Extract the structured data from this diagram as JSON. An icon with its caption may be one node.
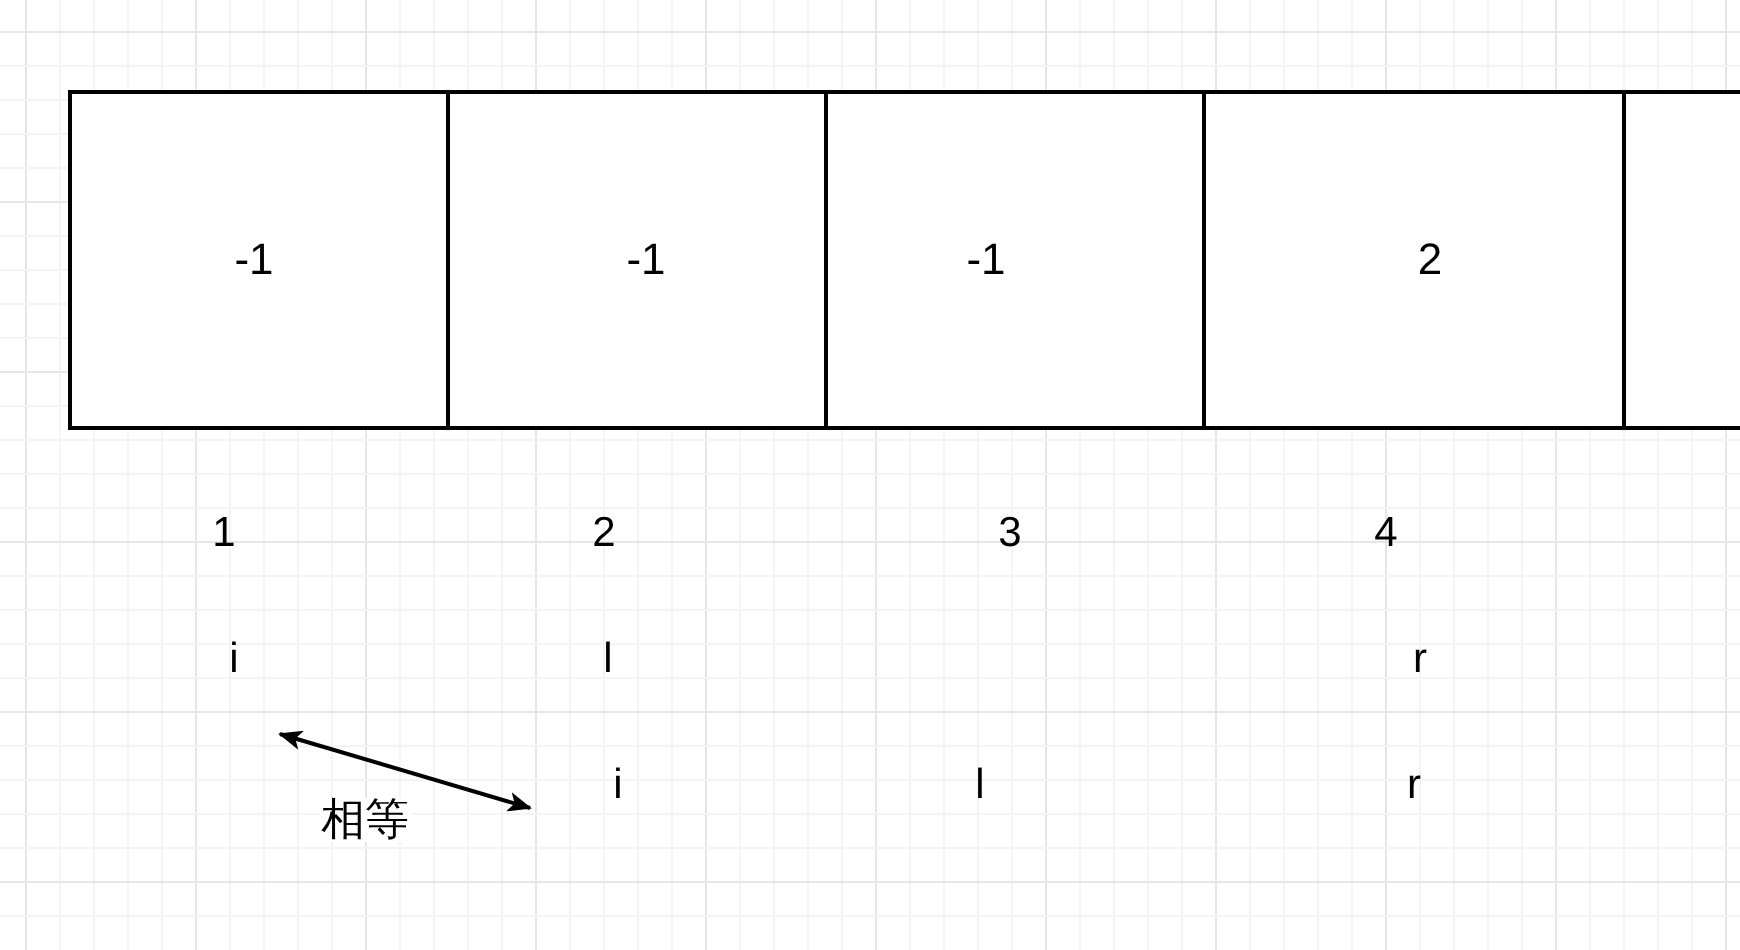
{
  "diagram": {
    "nodes": [
      {
        "text": [
          "-1"
        ]
      },
      {
        "text": [
          "-1"
        ]
      },
      {
        "text": [
          "-1"
        ]
      },
      {
        "text": [
          "2"
        ]
      },
      {
        "text": [],
        "shape": "box"
      },
      {
        "text": [
          "i"
        ]
      },
      {
        "text": [
          "i"
        ]
      }
    ],
    "edges": [
      {
        "from": 5,
        "to": 6,
        "arrow": "both",
        "label": "相等"
      }
    ],
    "labels": [
      "1",
      "2",
      "3",
      "4",
      "l",
      "r",
      "l",
      "r"
    ]
  }
}
